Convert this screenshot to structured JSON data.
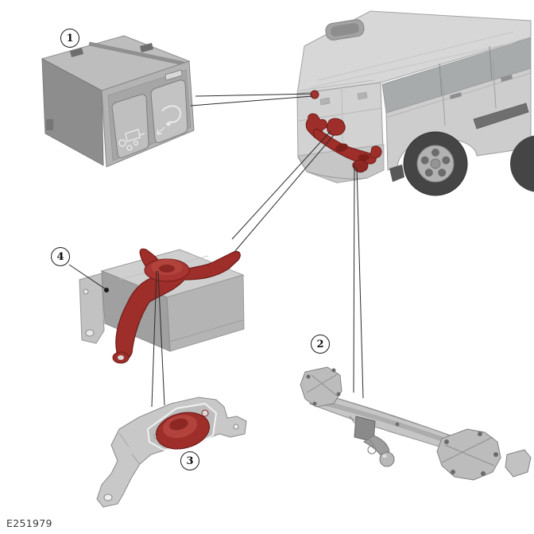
{
  "figure": {
    "id_label": "E251979"
  },
  "callouts": [
    {
      "label": "1"
    },
    {
      "label": "2"
    },
    {
      "label": "3"
    },
    {
      "label": "4"
    }
  ],
  "colors": {
    "background": "#ffffff",
    "highlight_red": "#9e2e2a",
    "highlight_red_dark": "#6f1b18",
    "highlight_red_light": "#b2423c",
    "part_grey_light": "#d7d7d7",
    "part_grey_mid": "#b3b3b3",
    "part_grey_dark": "#8d8d8d",
    "outline_grey": "#8f8f8f",
    "leader_line": "#2b2b2b",
    "callout_ink": "#111111",
    "figure_id_ink": "#3a3a3a"
  },
  "icons": {
    "switch_left_rocker": "trailer-icon",
    "switch_right_rocker": "tow-hitch-icon"
  }
}
